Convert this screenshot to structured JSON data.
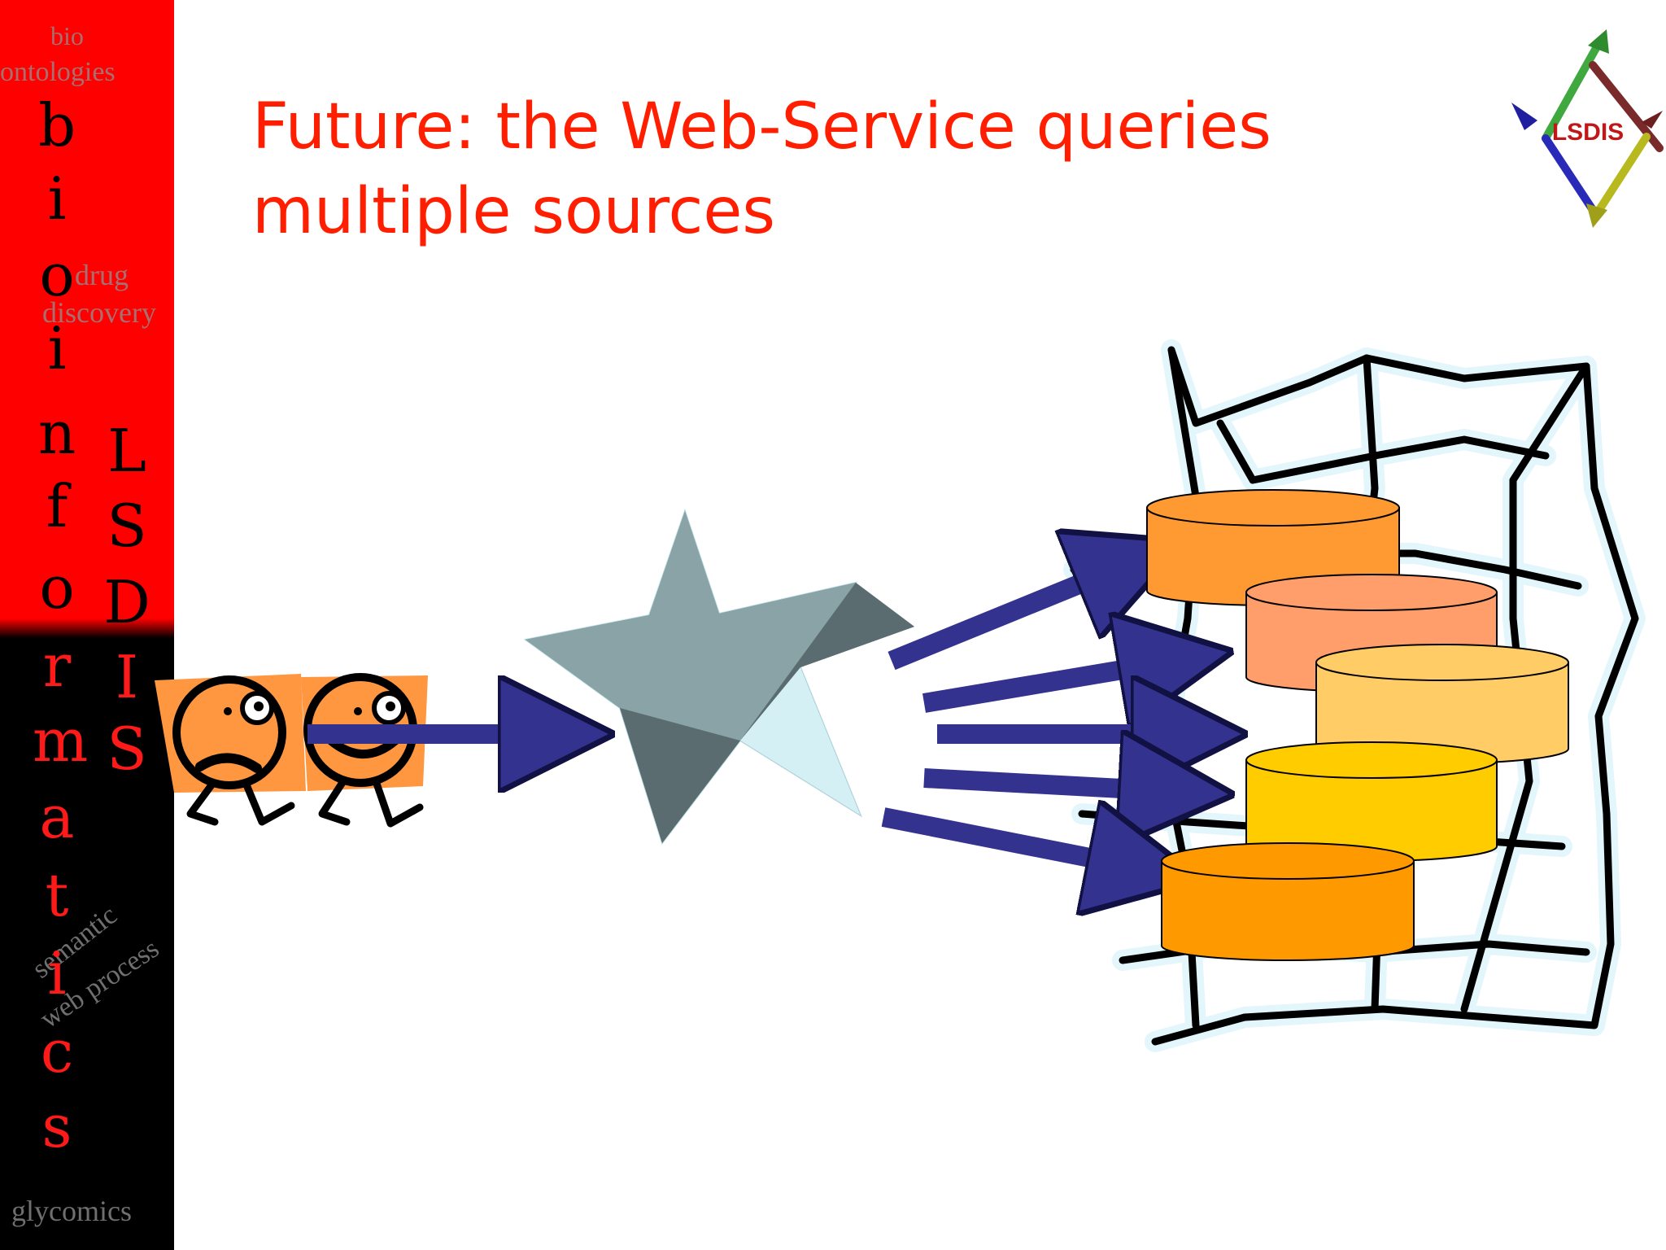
{
  "slide": {
    "title_lines": [
      "Future: the Web-Service queries",
      "multiple sources"
    ]
  },
  "sidebar": {
    "main_word_letters": [
      "b",
      "i",
      "o",
      "i",
      "n",
      "f",
      "o",
      "r",
      "m",
      "a",
      "t",
      "i",
      "c",
      "s"
    ],
    "lab_letters": [
      "L",
      "S",
      "D",
      "I",
      "S"
    ],
    "topics": {
      "bio_ontologies": [
        "bio",
        "ontologies"
      ],
      "drug_discovery": [
        "drug",
        "discovery"
      ],
      "semantic_web_process": [
        "semantic",
        "web process"
      ],
      "glycomics": "glycomics"
    }
  },
  "logo": {
    "text": "LSDIS"
  },
  "colors": {
    "title": "#ff1f00",
    "sidebar_red": "#ff0000",
    "sidebar_black": "#000000",
    "arrow": "#33338f",
    "star_light": "#8aa3a6",
    "star_dark": "#5a6c6f",
    "star_highlight": "#d4f0f5",
    "face": "#ff9640",
    "web_glow": "#e2f6fb",
    "db_colors": [
      "#ff9a33",
      "#ff9e6a",
      "#ffcc66",
      "#ffcc00",
      "#ff9900"
    ]
  }
}
